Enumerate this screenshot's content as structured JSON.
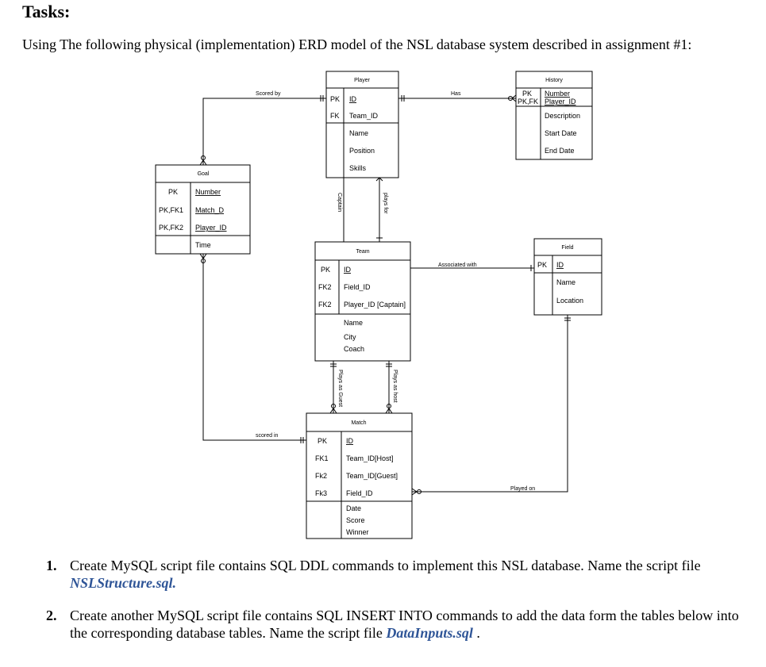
{
  "header": {
    "title": "Tasks:",
    "intro": "Using The following physical (implementation) ERD model of the NSL database system described in assignment #1:"
  },
  "erd": {
    "player": {
      "title": "Player",
      "pk": "PK",
      "id": "ID",
      "fk": "FK",
      "team_id": "Team_ID",
      "name": "Name",
      "position": "Position",
      "skills": "Skills"
    },
    "history": {
      "title": "History",
      "pk": "PK",
      "pkfk": "PK,FK",
      "number": "Number",
      "player_id": "Player_ID",
      "description": "Description",
      "start_date": "Start Date",
      "end_date": "End Date"
    },
    "goal": {
      "title": "Goal",
      "pk": "PK",
      "number": "Number",
      "pkfk1": "PK,FK1",
      "match_d": "Match_D",
      "pkfk2": "PK,FK2",
      "player_id": "Player_ID",
      "time": "Time"
    },
    "team": {
      "title": "Team",
      "pk": "PK",
      "id": "ID",
      "fk2a": "FK2",
      "field_id": "Field_ID",
      "fk2b": "FK2",
      "player_captain": "Player_ID [Captain]",
      "name": "Name",
      "city": "City",
      "coach": "Coach"
    },
    "field": {
      "title": "Field",
      "pk": "PK",
      "id": "ID",
      "name": "Name",
      "location": "Location"
    },
    "match": {
      "title": "Match",
      "pk": "PK",
      "id": "ID",
      "fk1": "FK1",
      "team_host": "Team_ID[Host]",
      "fk2": "Fk2",
      "team_guest": "Team_ID[Guest]",
      "fk3": "Fk3",
      "field_id": "Field_ID",
      "date": "Date",
      "score": "Score",
      "winner": "Winner"
    },
    "relations": {
      "scored_by": "Scored by",
      "has": "Has",
      "captain": "Captain",
      "plays_for": "plays for",
      "associated_with": "Associated with",
      "plays_as_guest": "Plays as Guest",
      "plays_as_host": "Plays as host",
      "scored_in": "scored in",
      "played_on": "Played on"
    }
  },
  "tasks": [
    {
      "num": "1.",
      "text": "Create MySQL script file contains  SQL DDL commands to implement this NSL database. Name the script file ",
      "file": "NSLStructure.sql.",
      "after": ""
    },
    {
      "num": "2.",
      "text": "Create another MySQL script file contains  SQL INSERT INTO  commands to add the data form the tables below into the corresponding database tables. Name the script file ",
      "file": "DataInputs.sql",
      "after": " ."
    }
  ]
}
